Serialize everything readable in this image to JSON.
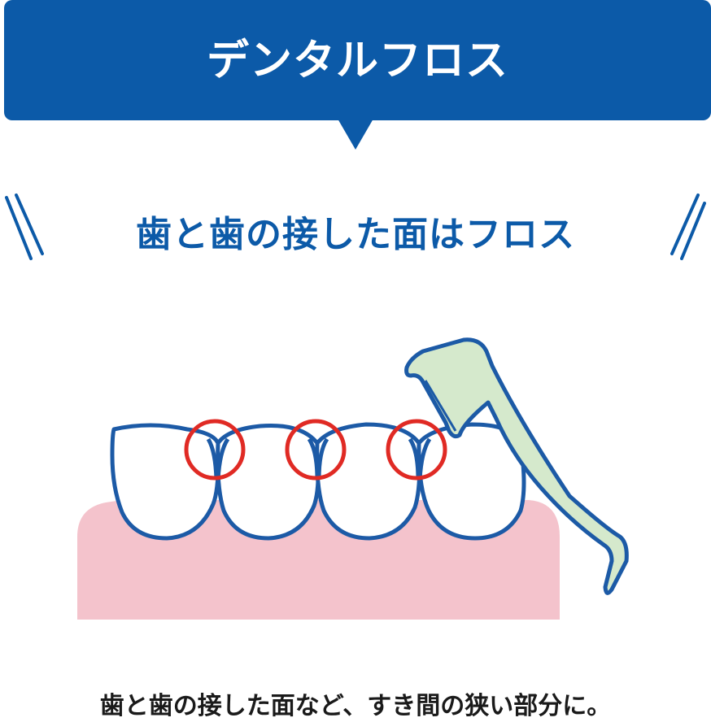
{
  "header": {
    "title": "デンタルフロス"
  },
  "subtitle": {
    "text": "歯と歯の接した面はフロス"
  },
  "caption": {
    "text": "歯と歯の接した面など、すき間の狭い部分に。"
  },
  "colors": {
    "banner": "#0c5aa8",
    "subtitle": "#0c5aa8",
    "tooth_outline": "#1c5aa6",
    "gum": "#f4c3cc",
    "highlight_circle": "#e02a24",
    "floss_pick": "#d5e9cc",
    "floss_pick_outline": "#1c5aa6"
  },
  "illustration": {
    "highlighted_gaps": 3,
    "icons": [
      "teeth-icon",
      "gum-icon",
      "floss-pick-icon",
      "highlight-circle-icon",
      "emphasis-lines-icon"
    ]
  }
}
